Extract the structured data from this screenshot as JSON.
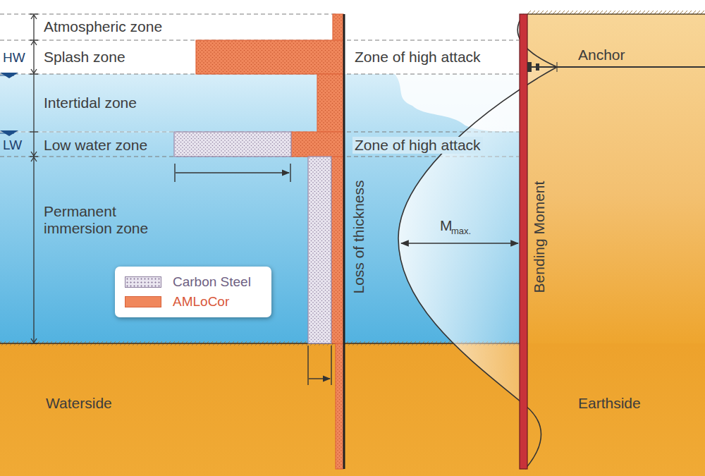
{
  "diagram": {
    "labels": [
      "Atmospheric zone",
      "HW",
      "Splash zone",
      "Zone of high attack",
      "Anchor",
      "Intertidal zone",
      "LW",
      "Low water zone",
      "Zone of high attack",
      "Loss of thickness",
      "Bending Moment",
      "Permanent immersion zone",
      "M",
      "max.",
      "Waterside",
      "Earthside"
    ],
    "legend": [
      {
        "text": "Carbon Steel"
      },
      {
        "text": "AMLoCor",
        "color": "#f0875c"
      }
    ]
  }
}
